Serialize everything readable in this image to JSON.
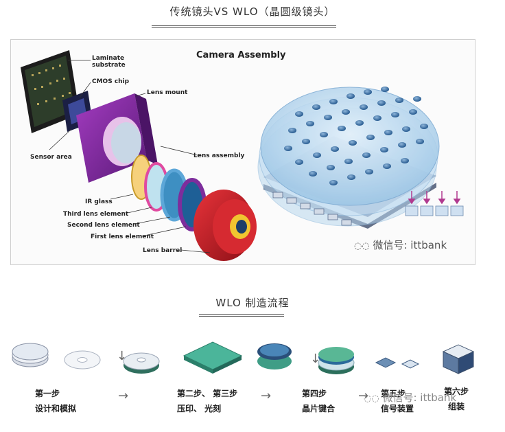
{
  "section1_title": "传统镜头VS WLO（晶圆级镜头）",
  "section2_title": "WLO 制造流程",
  "assembly": {
    "heading": "Camera Assembly",
    "labels": {
      "laminate": "Laminate\nsubstrate",
      "cmos": "CMOS chip",
      "lens_mount": "Lens mount",
      "sensor_area": "Sensor area",
      "lens_assembly": "Lens assembly",
      "ir_glass": "IR glass",
      "third_lens": "Third lens element",
      "second_lens": "Second lens element",
      "first_lens": "First lens element",
      "lens_barrel": "Lens barrel"
    }
  },
  "watermark": "微信号: ittbank",
  "steps": [
    {
      "line1": "第一步",
      "line2": "设计和模拟"
    },
    {
      "line1": "第二步、 第三步",
      "line2": "压印、 光刻"
    },
    {
      "line1": "第四步",
      "line2": "晶片键合"
    },
    {
      "line1": "第五步",
      "line2": "信号装置"
    },
    {
      "line1": "第六步",
      "line2": "组装"
    }
  ],
  "arrow_symbol": "→",
  "down_arrow_symbol": "↓"
}
